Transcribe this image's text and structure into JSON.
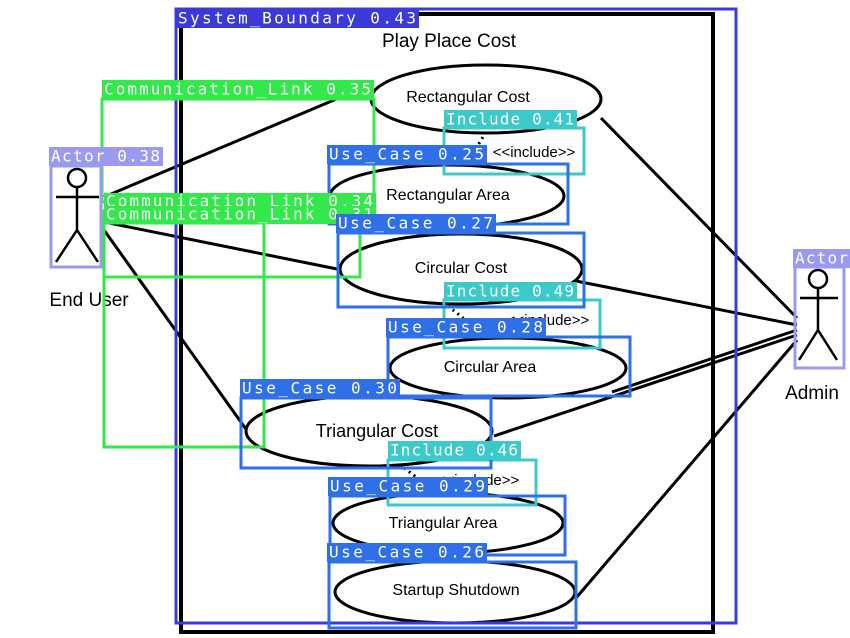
{
  "diagram": {
    "title": "Play Place Cost",
    "actors": {
      "end_user": "End User",
      "admin": "Admin"
    },
    "use_cases": {
      "rect_cost": "Rectangular Cost",
      "rect_area": "Rectangular  Area",
      "circ_cost": "Circular Cost",
      "circ_area": "Circular  Area",
      "tri_cost": "Triangular Cost",
      "tri_area": "Triangular Area",
      "startup": "Startup Shutdown"
    },
    "include_label": "<<include>>"
  },
  "detections": {
    "system_boundary": "System_Boundary  0.43",
    "comm1": "Communication_Link  0.35",
    "comm2": "Communication_Link  0.34",
    "comm3": "Communication_Link  0.31",
    "actor1": "Actor  0.38",
    "actor2": "Actor",
    "inc1": "Include  0.41",
    "inc2": "Include  0.49",
    "inc3": "Include  0.46",
    "uc1": "Use_Case  0.25",
    "uc2": "Use_Case  0.27",
    "uc3": "Use_Case  0.28",
    "uc4": "Use_Case  0.30",
    "uc5": "Use_Case  0.29",
    "uc6": "Use_Case  0.26"
  },
  "colors": {
    "system_boundary": "#3a3ad8",
    "communication_link": "#33e84a",
    "actor": "#9a9af0",
    "include": "#3cc9c9",
    "use_case": "#2f6fe8"
  }
}
